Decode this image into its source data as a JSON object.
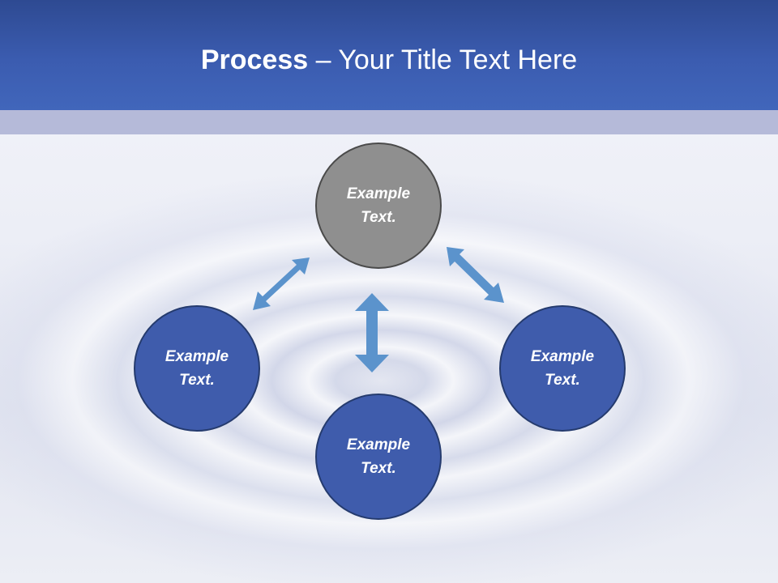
{
  "slide": {
    "title_bold": "Process",
    "title_rest": " – Your Title Text Here"
  },
  "diagram": {
    "nodes": [
      {
        "id": "top",
        "label": "Example Text.",
        "color": "#8f8f8f"
      },
      {
        "id": "left",
        "label": "Example Text.",
        "color": "#3f5cac"
      },
      {
        "id": "bottom",
        "label": "Example Text.",
        "color": "#3f5cac"
      },
      {
        "id": "right",
        "label": "Example Text.",
        "color": "#3f5cac"
      }
    ],
    "arrow_color": "#5b93cc",
    "header_color": "#3b5cb0",
    "band_color": "#b5bad9"
  }
}
